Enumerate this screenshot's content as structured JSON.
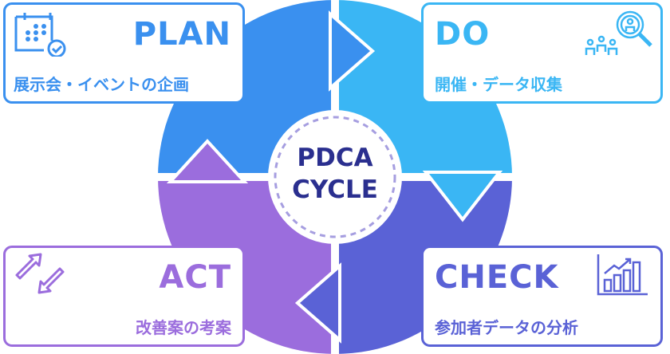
{
  "center": {
    "line1": "PDCA",
    "line2": "CYCLE"
  },
  "phases": {
    "plan": {
      "title": "PLAN",
      "subtitle": "展示会・イベントの企画",
      "color": "#3a90ef",
      "icon": "calendar-check-icon"
    },
    "do": {
      "title": "DO",
      "subtitle": "開催・データ収集",
      "color": "#3ab6f4",
      "icon": "people-search-icon"
    },
    "check": {
      "title": "CHECK",
      "subtitle": "参加者データの分析",
      "color": "#5a62d6",
      "icon": "bar-chart-growth-icon"
    },
    "act": {
      "title": "ACT",
      "subtitle": "改善案の考案",
      "color": "#9b6ddd",
      "icon": "arrows-diagonal-icon"
    }
  }
}
